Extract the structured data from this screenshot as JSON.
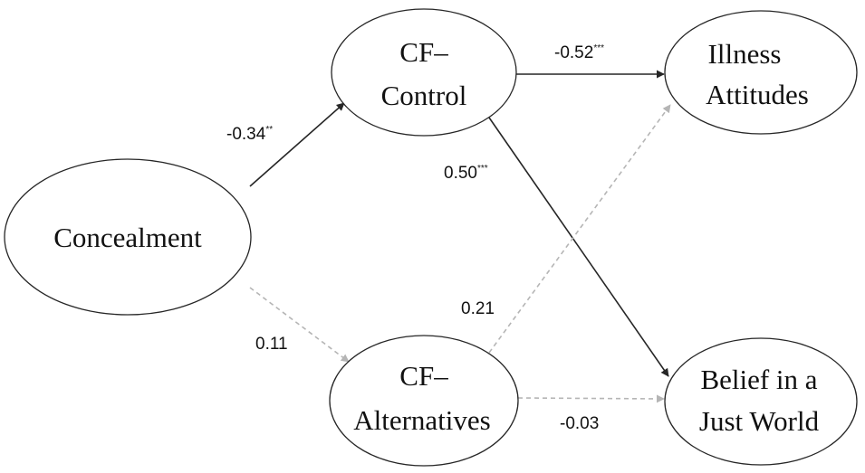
{
  "nodes": {
    "concealment": {
      "lines": [
        "Concealment"
      ]
    },
    "cf_control": {
      "lines": [
        "CF–",
        "Control"
      ]
    },
    "cf_alternatives": {
      "lines": [
        "CF–",
        "Alternatives"
      ]
    },
    "illness_attitudes": {
      "lines": [
        "Illness",
        "Attitudes"
      ]
    },
    "belief_just_world": {
      "lines": [
        "Belief in a",
        "Just World"
      ]
    }
  },
  "paths": [
    {
      "from": "Concealment",
      "to": "CF–Control",
      "coefficient": "-0.34",
      "significance": "**",
      "style": "solid"
    },
    {
      "from": "Concealment",
      "to": "CF–Alternatives",
      "coefficient": "0.11",
      "significance": "",
      "style": "dashed"
    },
    {
      "from": "CF–Control",
      "to": "Illness Attitudes",
      "coefficient": "-0.52",
      "significance": "***",
      "style": "solid"
    },
    {
      "from": "CF–Control",
      "to": "Belief in a Just World",
      "coefficient": "0.50",
      "significance": "***",
      "style": "solid"
    },
    {
      "from": "CF–Alternatives",
      "to": "Illness Attitudes",
      "coefficient": "0.21",
      "significance": "",
      "style": "dashed"
    },
    {
      "from": "CF–Alternatives",
      "to": "Belief in a Just World",
      "coefficient": "-0.03",
      "significance": "",
      "style": "dashed"
    }
  ],
  "colors": {
    "solid_path": "#262626",
    "dashed_path": "#b5b5b5",
    "node_stroke": "#262626"
  }
}
